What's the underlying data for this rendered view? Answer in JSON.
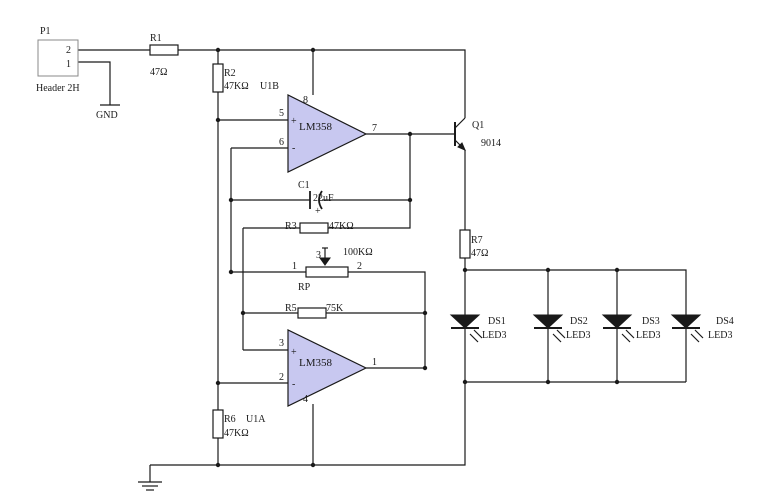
{
  "connector": {
    "ref": "P1",
    "pin2": "2",
    "pin1": "1",
    "footprint": "Header 2H"
  },
  "gnd_label": "GND",
  "resistors": {
    "R1": {
      "ref": "R1",
      "value": "47Ω"
    },
    "R2": {
      "ref": "R2",
      "value": "47KΩ"
    },
    "R3": {
      "ref": "R3",
      "value": "47KΩ"
    },
    "R5": {
      "ref": "R5",
      "value": "75K"
    },
    "R6": {
      "ref": "R6",
      "value": "47KΩ"
    },
    "R7": {
      "ref": "R7",
      "value": "47Ω"
    }
  },
  "potentiometer": {
    "ref": "RP",
    "value": "100KΩ",
    "pin1": "1",
    "pin2": "2",
    "pin3": "3"
  },
  "capacitor": {
    "ref": "C1",
    "value": "22uF",
    "polarity": "+"
  },
  "transistor": {
    "ref": "Q1",
    "value": "9014"
  },
  "opamp_top": {
    "ref": "U1B",
    "name": "LM358",
    "pin_plus": "5",
    "pin_minus": "6",
    "pin_out": "7",
    "pin_vcc": "8",
    "plus_sign": "+",
    "minus_sign": "-"
  },
  "opamp_bottom": {
    "ref": "U1A",
    "name": "LM358",
    "pin_plus": "3",
    "pin_minus": "2",
    "pin_out": "1",
    "pin_vee": "4",
    "plus_sign": "+",
    "minus_sign": "-"
  },
  "leds": [
    {
      "ref": "DS1",
      "value": "LED3"
    },
    {
      "ref": "DS2",
      "value": "LED3"
    },
    {
      "ref": "DS3",
      "value": "LED3"
    },
    {
      "ref": "DS4",
      "value": "LED3"
    }
  ]
}
